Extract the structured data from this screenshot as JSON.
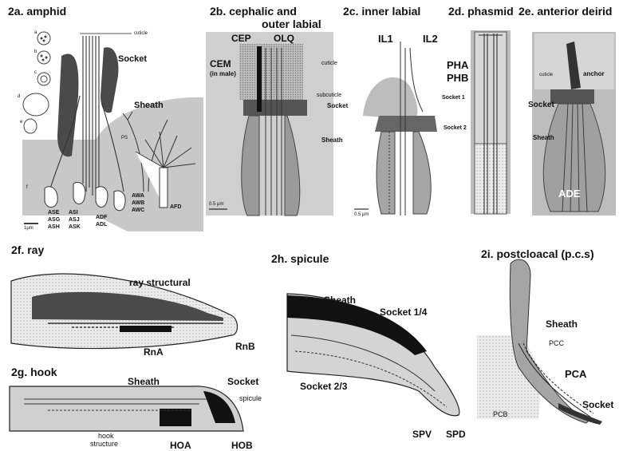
{
  "panels": {
    "a": {
      "title": "2a. amphid",
      "labels": {
        "cuticle": "cuticle",
        "socket": "Socket",
        "sheath": "Sheath",
        "ps": "PS",
        "awa": "AWA",
        "awb": "AWB",
        "awc": "AWC",
        "afd": "AFD",
        "ase": "ASE",
        "asg": "ASG",
        "ash": "ASH",
        "asi": "ASI",
        "asj": "ASJ",
        "ask": "ASK",
        "adf": "ADF",
        "adl": "ADL",
        "scale": "1μm",
        "a": "a",
        "b": "b",
        "c": "c",
        "d": "d",
        "e": "e",
        "f": "f"
      }
    },
    "b": {
      "title_line1": "2b. cephalic and",
      "title_line2": "outer labial",
      "labels": {
        "cep": "CEP",
        "olq": "OLQ",
        "cem": "CEM",
        "cem_note": "(in male)",
        "cuticle": "cuticle",
        "subcuticle": "subcuticle",
        "socket": "Socket",
        "sheath": "Sheath",
        "scale": "0.5 μm"
      }
    },
    "c": {
      "title": "2c. inner labial",
      "labels": {
        "il1": "IL1",
        "il2": "IL2",
        "scale": "0.5 μm"
      }
    },
    "d": {
      "title": "2d. phasmid",
      "labels": {
        "pha": "PHA",
        "phb": "PHB",
        "socket1": "Socket 1",
        "socket2": "Socket 2"
      }
    },
    "e": {
      "title": "2e. anterior deirid",
      "labels": {
        "cuticle": "cuticle",
        "anchor": "anchor",
        "socket": "Socket",
        "sheath": "Sheath",
        "ade": "ADE"
      }
    },
    "f": {
      "title": "2f. ray",
      "labels": {
        "ray_structural": "ray structural",
        "rna": "RnA",
        "rnb": "RnB"
      }
    },
    "g": {
      "title": "2g. hook",
      "labels": {
        "sheath": "Sheath",
        "socket": "Socket",
        "spicule": "spicule",
        "hook_line1": "hook",
        "hook_line2": "structure",
        "hoa": "HOA",
        "hob": "HOB"
      }
    },
    "h": {
      "title": "2h. spicule",
      "labels": {
        "sheath": "Sheath",
        "socket14": "Socket 1/4",
        "socket23": "Socket 2/3",
        "spv": "SPV",
        "spd": "SPD"
      }
    },
    "i": {
      "title": "2i. postcloacal (p.c.s)",
      "labels": {
        "sheath": "Sheath",
        "pcc": "PCC",
        "pca": "PCA",
        "pcb": "PCB",
        "socket": "Socket"
      }
    }
  }
}
